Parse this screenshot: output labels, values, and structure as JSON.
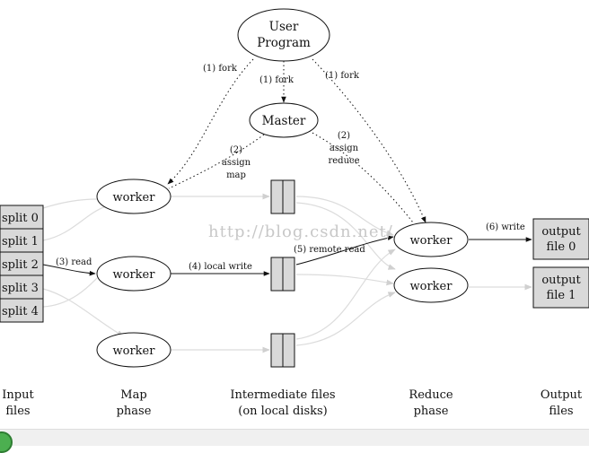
{
  "nodes": {
    "user_program": [
      "User",
      "Program"
    ],
    "master": "Master",
    "worker": "worker",
    "splits": [
      "split 0",
      "split 1",
      "split 2",
      "split 3",
      "split 4"
    ],
    "outputs": [
      [
        "output",
        "file 0"
      ],
      [
        "output",
        "file 1"
      ]
    ]
  },
  "edges": {
    "fork": "(1) fork",
    "assign_map": [
      "(2)",
      "assign",
      "map"
    ],
    "assign_reduce": [
      "(2)",
      "assign",
      "reduce"
    ],
    "read": "(3) read",
    "local_write": "(4) local write",
    "remote_read": "(5) remote read",
    "write": "(6) write"
  },
  "phases": {
    "input": [
      "Input",
      "files"
    ],
    "map": [
      "Map",
      "phase"
    ],
    "intermediate": [
      "Intermediate files",
      "(on local disks)"
    ],
    "reduce": [
      "Reduce",
      "phase"
    ],
    "output": [
      "Output",
      "files"
    ]
  },
  "watermark": "http://blog.csdn.net/"
}
